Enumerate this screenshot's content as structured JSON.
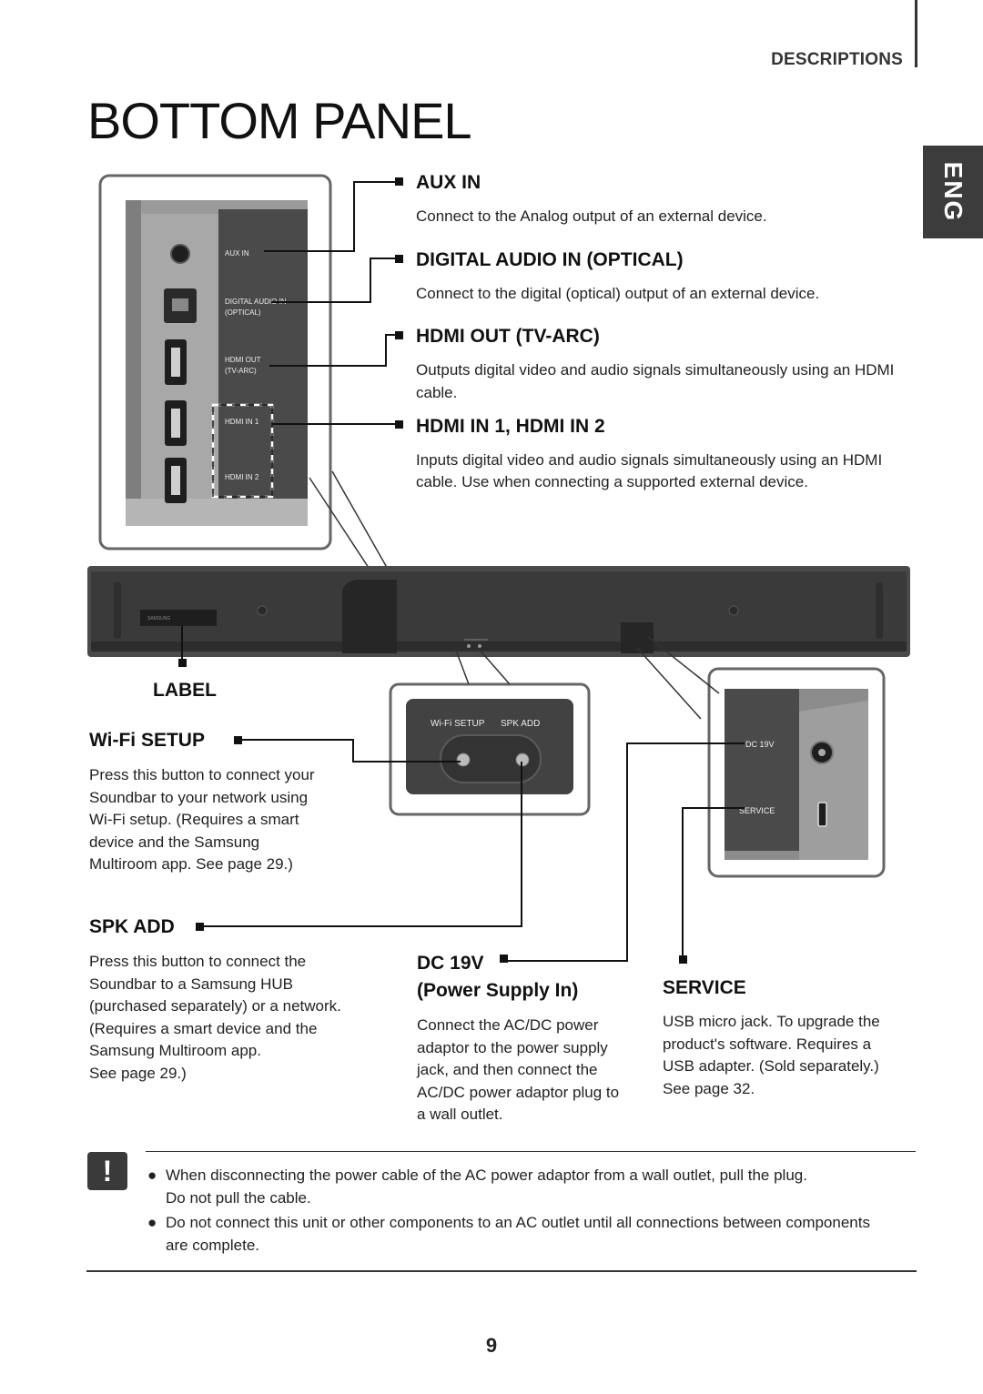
{
  "header": {
    "section": "DESCRIPTIONS",
    "title": "BOTTOM PANEL",
    "lang_tab": "ENG"
  },
  "callouts": {
    "aux_in": {
      "title": "AUX IN",
      "desc": "Connect to the Analog output of an external device."
    },
    "optical": {
      "title": "DIGITAL AUDIO IN (OPTICAL)",
      "desc": "Connect to the digital (optical) output of an external device."
    },
    "hdmi_out": {
      "title": "HDMI OUT (TV-ARC)",
      "desc_1": "Outputs digital video and audio signals simultaneously using an HDMI",
      "desc_2": "cable."
    },
    "hdmi_in": {
      "title": "HDMI IN 1, HDMI IN 2",
      "desc_1": "Inputs digital video and audio signals simultaneously using an HDMI",
      "desc_2": "cable. Use when connecting a supported external device."
    },
    "label": {
      "title": "LABEL"
    },
    "wifi_setup": {
      "title": "Wi-Fi SETUP",
      "lines": [
        "Press this button to connect your",
        "Soundbar to your network using",
        "Wi-Fi setup. (Requires a smart",
        "device and the Samsung",
        "Multiroom app. See page 29.)"
      ]
    },
    "spk_add": {
      "title": "SPK ADD",
      "lines": [
        "Press this button to connect the",
        "Soundbar to a Samsung HUB",
        "(purchased separately) or a network.",
        "(Requires a smart device and the",
        "Samsung Multiroom app.",
        "See page 29.)"
      ]
    },
    "dc19v": {
      "title_1": "DC 19V",
      "title_2": "(Power Supply In)",
      "lines": [
        "Connect the AC/DC power",
        "adaptor to the power supply",
        "jack, and then connect the",
        "AC/DC power adaptor plug to",
        "a wall outlet."
      ]
    },
    "service": {
      "title": "SERVICE",
      "lines": [
        "USB micro jack. To upgrade the",
        "product's software. Requires a",
        "USB adapter. (Sold separately.)",
        "See page 32."
      ]
    }
  },
  "panel_labels": {
    "aux_in": "AUX IN",
    "optical_1": "DIGITAL AUDIO IN",
    "optical_2": "(OPTICAL)",
    "hdmi_out_1": "HDMI OUT",
    "hdmi_out_2": "(TV-ARC)",
    "hdmi_in_1": "HDMI IN 1",
    "hdmi_in_2": "HDMI IN 2",
    "wifi_setup": "Wi-Fi SETUP",
    "spk_add": "SPK ADD",
    "dc19v": "DC 19V",
    "service": "SERVICE",
    "brand": "SAMSUNG"
  },
  "notes": {
    "icon": "!",
    "items": [
      {
        "line_1": "When disconnecting the power cable of the AC power adaptor from a wall outlet, pull the plug.",
        "line_2": "Do not pull the cable."
      },
      {
        "line_1": "Do not connect this unit or other components to an AC outlet until all connections between components",
        "line_2": "are complete."
      }
    ]
  },
  "footer": {
    "page_number": "9"
  },
  "colors": {
    "panel_dark": "#3d3d3d",
    "panel_mid": "#8a8a8a",
    "frame": "#555555",
    "accent": "#111111"
  }
}
